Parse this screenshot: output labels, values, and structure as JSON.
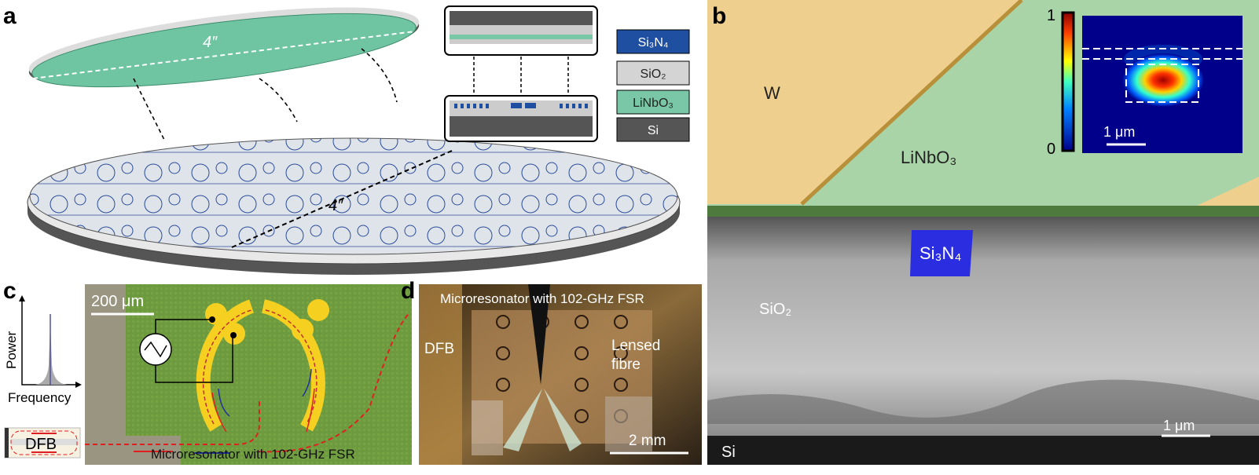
{
  "panel_a": {
    "label": "a",
    "wafer_top_size": "4″",
    "wafer_bottom_size": "4″",
    "legend": [
      {
        "name": "Si₃N₄",
        "color": "#1f4fa0",
        "text_color": "#ffffff"
      },
      {
        "name": "SiO₂",
        "color": "#d4d4d4",
        "text_color": "#222222"
      },
      {
        "name": "LiNbO₃",
        "color": "#79c7a6",
        "text_color": "#222222"
      },
      {
        "name": "Si",
        "color": "#555555",
        "text_color": "#ffffff"
      }
    ]
  },
  "panel_b": {
    "label": "b",
    "w_label": "W",
    "linbo3_label": "LiNbO₃",
    "si3n4_label": "Si₃N₄",
    "sio2_label": "SiO₂",
    "si_label": "Si",
    "scale_bar": "1 μm",
    "inset": {
      "colorbar_max": "1",
      "colorbar_min": "0",
      "scale_bar": "1 μm"
    }
  },
  "panel_c": {
    "label": "c",
    "y_axis": "Power",
    "x_axis": "Frequency",
    "scale_bar": "200 μm",
    "laser_label": "DFB",
    "caption": "Microresonator with 102-GHz FSR"
  },
  "panel_d": {
    "label": "d",
    "title": "Microresonator with 102-GHz FSR",
    "dfb_label": "DFB",
    "fibre_label_1": "Lensed",
    "fibre_label_2": "fibre",
    "scale_bar": "2 mm"
  }
}
